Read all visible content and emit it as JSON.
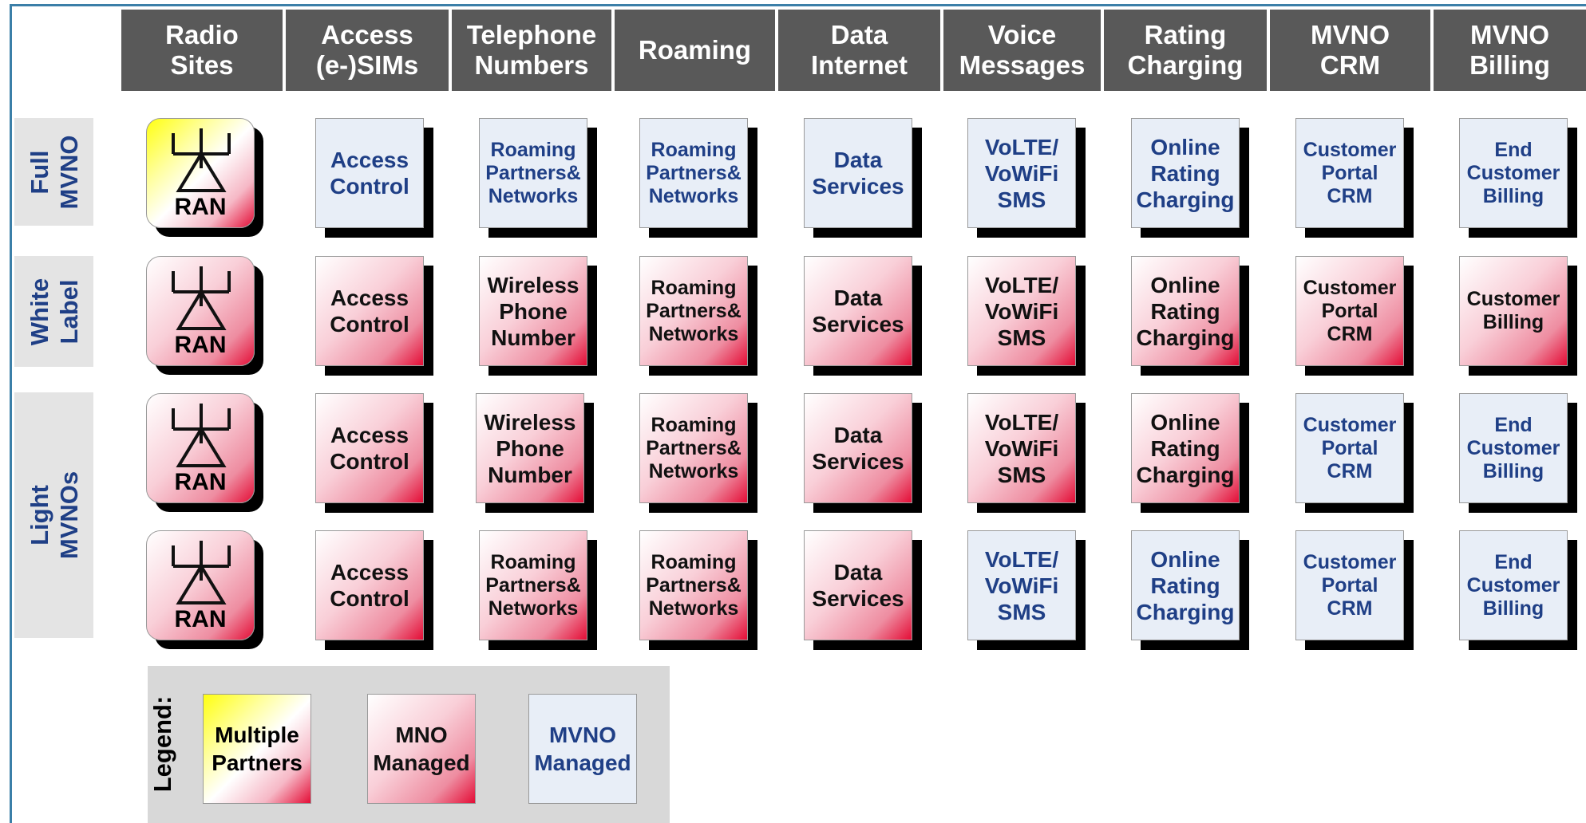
{
  "columns": [
    "Radio\nSites",
    "Access\n(e-)SIMs",
    "Telephone\nNumbers",
    "Roaming",
    "Data\nInternet",
    "Voice\nMessages",
    "Rating\nCharging",
    "MVNO\nCRM",
    "MVNO\nBilling"
  ],
  "rows": [
    "Full\nMVNO",
    "White\nLabel",
    "Light\nMVNOs"
  ],
  "ran_label": "RAN",
  "grid": [
    [
      {
        "type": "multi",
        "text": "RAN"
      },
      {
        "type": "mvno",
        "text": "Access\nControl"
      },
      {
        "type": "mvno",
        "text": "Roaming\nPartners&\nNetworks"
      },
      {
        "type": "mvno",
        "text": "Roaming\nPartners&\nNetworks"
      },
      {
        "type": "mvno",
        "text": "Data\nServices"
      },
      {
        "type": "mvno",
        "text": "VoLTE/\nVoWiFi\nSMS"
      },
      {
        "type": "mvno",
        "text": "Online\nRating\nCharging"
      },
      {
        "type": "mvno",
        "text": "Customer\nPortal\nCRM"
      },
      {
        "type": "mvno",
        "text": "End\nCustomer\nBilling"
      }
    ],
    [
      {
        "type": "mno",
        "text": "RAN"
      },
      {
        "type": "mno",
        "text": "Access\nControl"
      },
      {
        "type": "mno",
        "text": "Wireless\nPhone\nNumber"
      },
      {
        "type": "mno",
        "text": "Roaming\nPartners&\nNetworks"
      },
      {
        "type": "mno",
        "text": "Data\nServices"
      },
      {
        "type": "mno",
        "text": "VoLTE/\nVoWiFi\nSMS"
      },
      {
        "type": "mno",
        "text": "Online\nRating\nCharging"
      },
      {
        "type": "mno",
        "text": "Customer\nPortal\nCRM"
      },
      {
        "type": "mno",
        "text": "Customer\nBilling"
      }
    ],
    [
      {
        "type": "mno",
        "text": "RAN"
      },
      {
        "type": "mno",
        "text": "Access\nControl"
      },
      {
        "type": "mno",
        "text": "Wireless\nPhone\nNumber"
      },
      {
        "type": "mno",
        "text": "Roaming\nPartners&\nNetworks"
      },
      {
        "type": "mno",
        "text": "Data\nServices"
      },
      {
        "type": "mno",
        "text": "VoLTE/\nVoWiFi\nSMS"
      },
      {
        "type": "mno",
        "text": "Online\nRating\nCharging"
      },
      {
        "type": "mvno",
        "text": "Customer\nPortal\nCRM"
      },
      {
        "type": "mvno",
        "text": "End\nCustomer\nBilling"
      }
    ],
    [
      {
        "type": "mno",
        "text": "RAN"
      },
      {
        "type": "mno",
        "text": "Access\nControl"
      },
      {
        "type": "mno",
        "text": "Roaming\nPartners&\nNetworks"
      },
      {
        "type": "mno",
        "text": "Roaming\nPartners&\nNetworks"
      },
      {
        "type": "mno",
        "text": "Data\nServices"
      },
      {
        "type": "mvno",
        "text": "VoLTE/\nVoWiFi\nSMS"
      },
      {
        "type": "mvno",
        "text": "Online\nRating\nCharging"
      },
      {
        "type": "mvno",
        "text": "Customer\nPortal\nCRM"
      },
      {
        "type": "mvno",
        "text": "End\nCustomer\nBilling"
      }
    ]
  ],
  "legend": {
    "title": "Legend:",
    "items": [
      {
        "type": "multi",
        "text": "Multiple\nPartners"
      },
      {
        "type": "mno",
        "text": "MNO\nManaged"
      },
      {
        "type": "mvno",
        "text": "MVNO\nManaged"
      }
    ]
  },
  "colors": {
    "header_bg": "#595959",
    "row_header_bg": "#e4e4e4",
    "mvno_fill": "#e8eef7",
    "mvno_text": "#1f3f86",
    "mno_accent": "#e40d36",
    "multi_accent": "#ffff10",
    "frame": "#3b7fa8"
  }
}
